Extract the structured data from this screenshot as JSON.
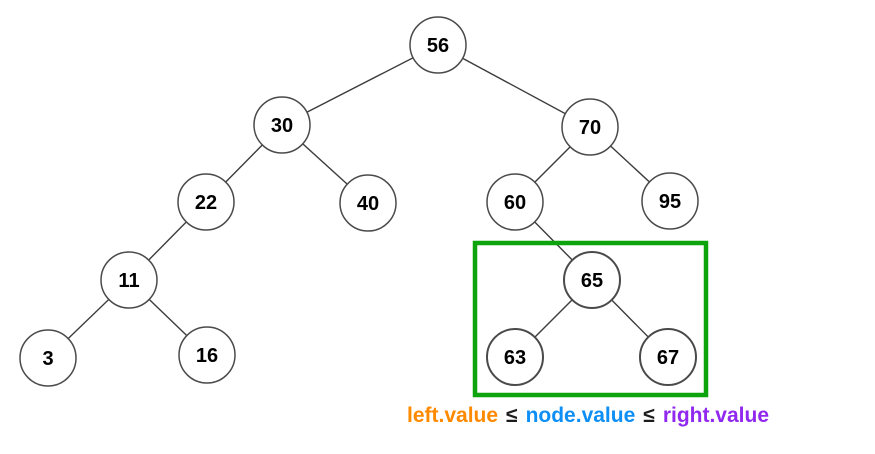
{
  "tree": {
    "nodes": [
      {
        "value": "56",
        "role": "root"
      },
      {
        "value": "30",
        "role": "internal"
      },
      {
        "value": "70",
        "role": "internal"
      },
      {
        "value": "22",
        "role": "internal"
      },
      {
        "value": "40",
        "role": "leaf"
      },
      {
        "value": "60",
        "role": "internal"
      },
      {
        "value": "95",
        "role": "leaf"
      },
      {
        "value": "11",
        "role": "internal"
      },
      {
        "value": "3",
        "role": "leaf"
      },
      {
        "value": "16",
        "role": "leaf"
      },
      {
        "value": "65",
        "role": "highlighted-node"
      },
      {
        "value": "63",
        "role": "highlighted-left-child"
      },
      {
        "value": "67",
        "role": "highlighted-right-child"
      }
    ],
    "edges": [
      [
        "56",
        "30"
      ],
      [
        "56",
        "70"
      ],
      [
        "30",
        "22"
      ],
      [
        "30",
        "40"
      ],
      [
        "22",
        "11"
      ],
      [
        "11",
        "3"
      ],
      [
        "11",
        "16"
      ],
      [
        "70",
        "60"
      ],
      [
        "70",
        "95"
      ],
      [
        "60",
        "65"
      ],
      [
        "65",
        "63"
      ],
      [
        "65",
        "67"
      ]
    ]
  },
  "highlight": {
    "boxed_nodes": [
      "65",
      "63",
      "67"
    ]
  },
  "caption": {
    "left": "left.value",
    "lte1": "≤",
    "node": "node.value",
    "lte2": "≤",
    "right": "right.value"
  },
  "colors": {
    "highlight_box": "#0ca30c",
    "center_fill": "#cfe2f7",
    "center_stroke": "#a6c5ea",
    "left_fill": "#fcead4",
    "left_stroke": "#e9a83f",
    "right_fill": "#ddd3e8",
    "right_stroke": "#b29cc7",
    "caption_left": "#ff8a00",
    "caption_node": "#0e8ff5",
    "caption_right": "#9128ef",
    "edge_stroke": "#3c3c3c",
    "node_stroke": "#4a4a4a"
  }
}
